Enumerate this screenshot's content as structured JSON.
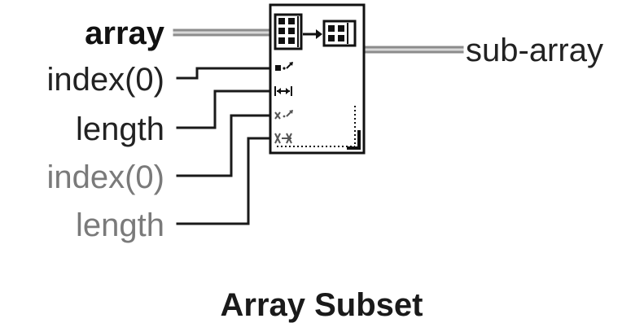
{
  "node": {
    "caption": "Array Subset",
    "terminals": [
      {
        "label": "array",
        "color": "#111111",
        "bold": true
      },
      {
        "label": "index(0)",
        "color": "#222222",
        "bold": false
      },
      {
        "label": "length",
        "color": "#222222",
        "bold": false
      },
      {
        "label": "index(0)",
        "color": "#7a7a7a",
        "bold": false
      },
      {
        "label": "length",
        "color": "#7a7a7a",
        "bold": false
      }
    ],
    "output": {
      "label": "sub-array",
      "color": "#222222"
    }
  },
  "colors": {
    "wire": "#1a1a1a",
    "array_wire": "#9a9a9a",
    "node_border": "#111111",
    "node_fill": "#ffffff"
  },
  "icons": {
    "array-in": "array-icon",
    "array-out": "sub-array-icon",
    "index-glyph": "index-terminal-icon",
    "length-glyph": "length-terminal-icon",
    "grow-handle": "resize-handle-icon"
  }
}
